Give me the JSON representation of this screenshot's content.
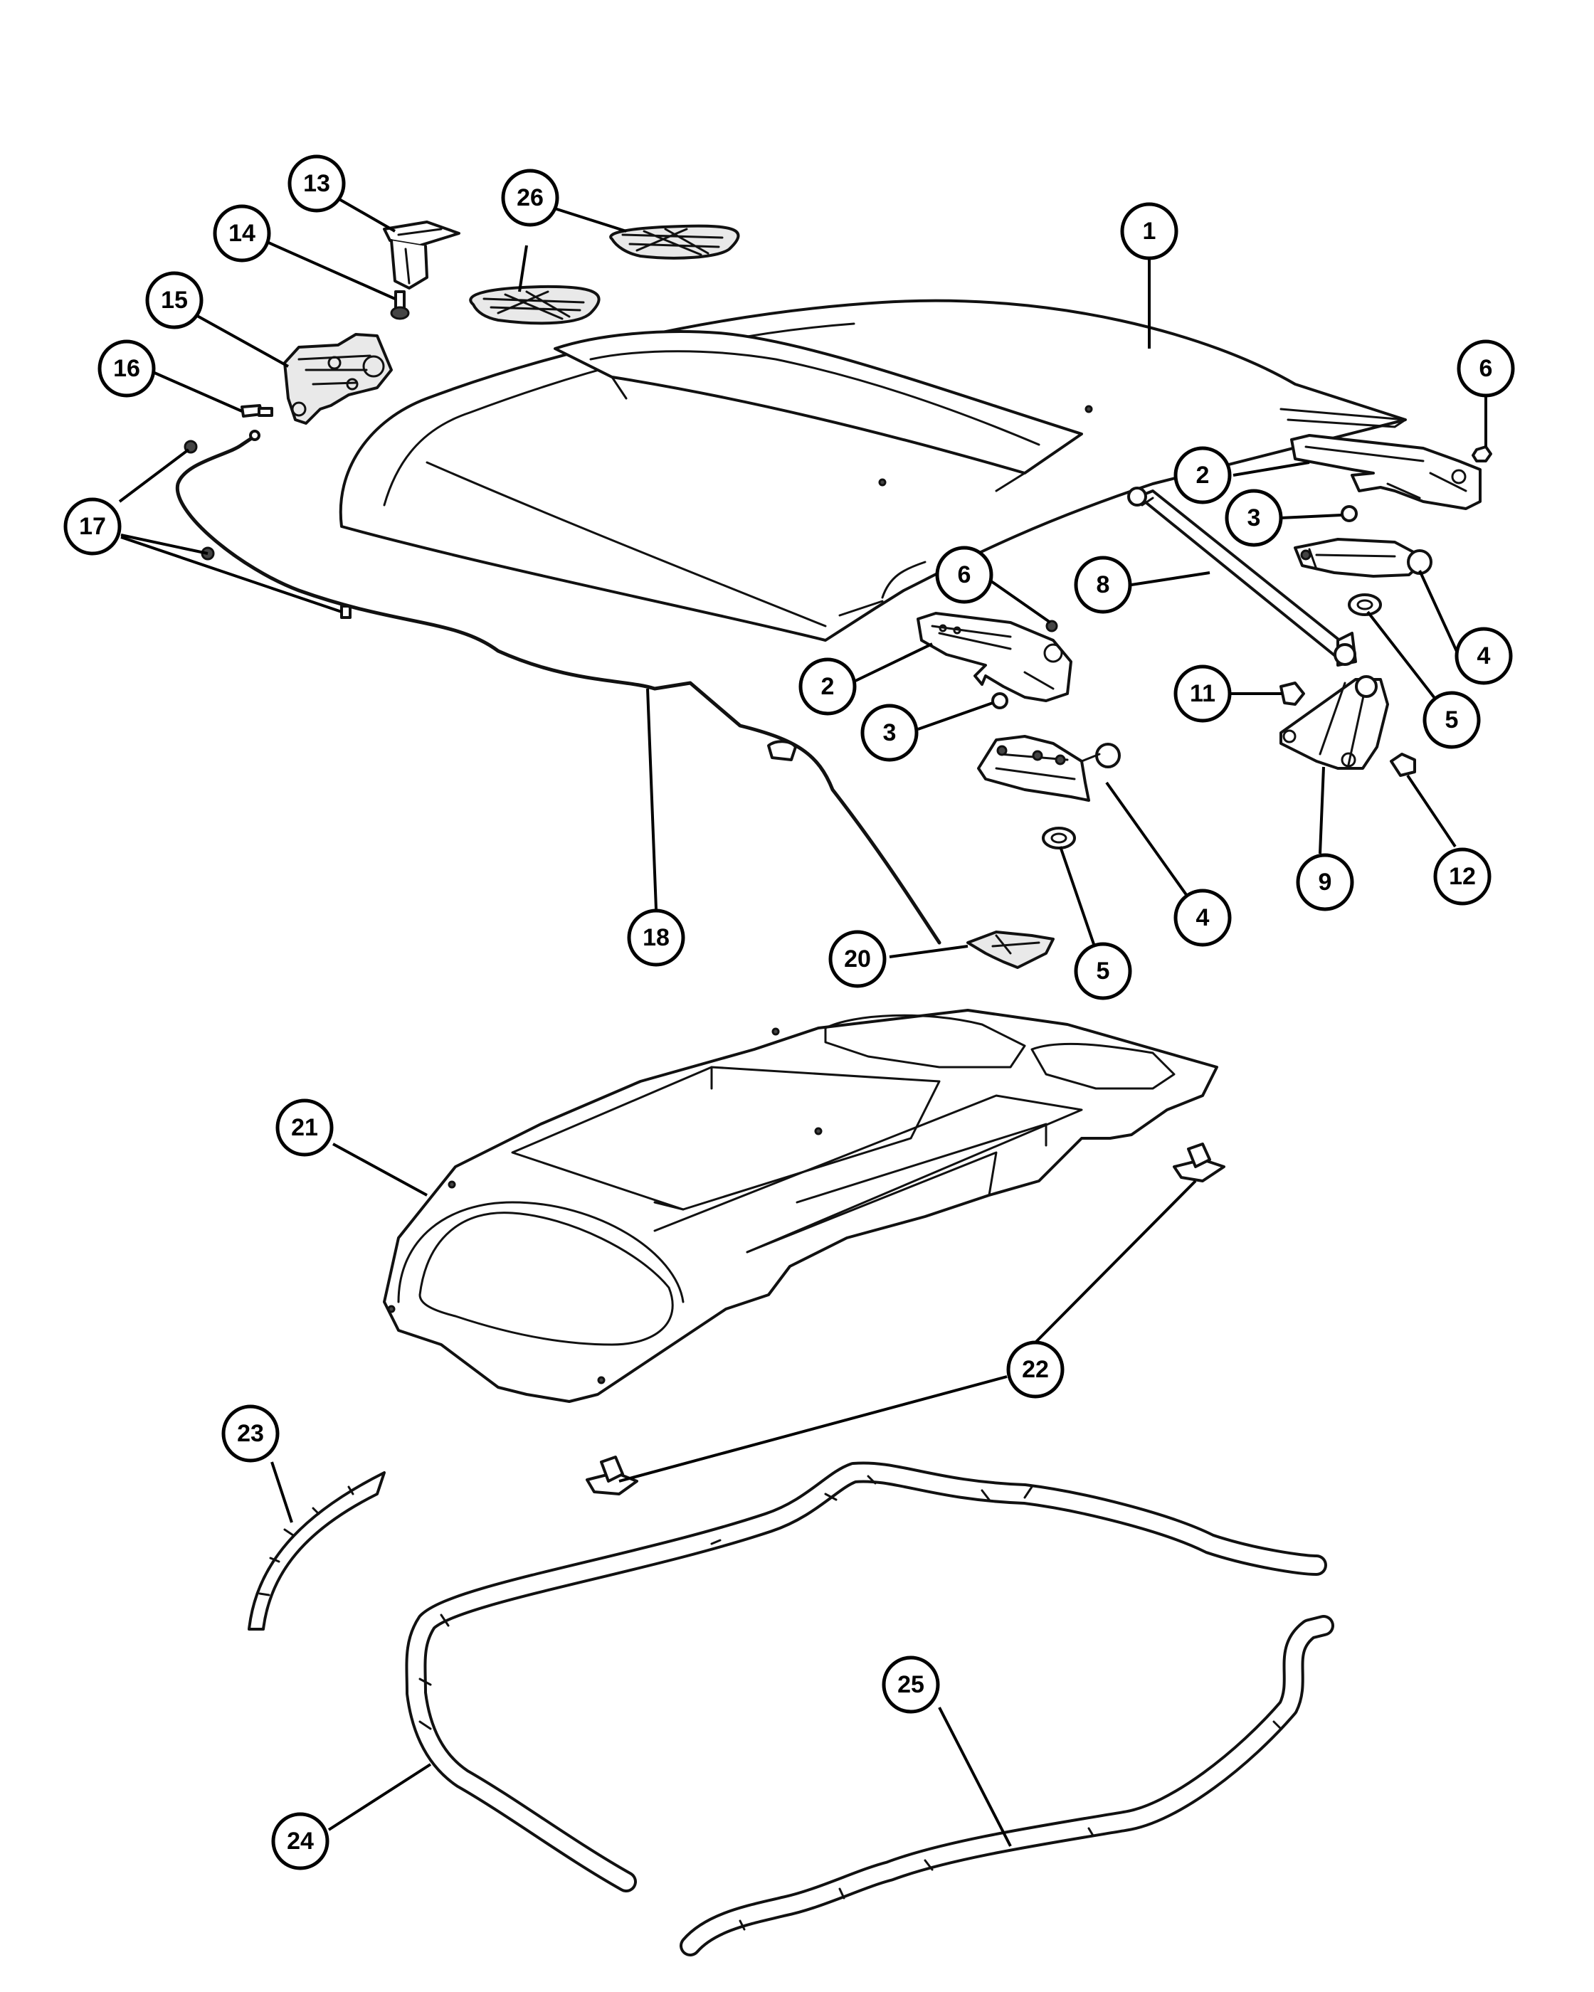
{
  "callouts": [
    {
      "id": "c1",
      "label": "1"
    },
    {
      "id": "c2a",
      "label": "2"
    },
    {
      "id": "c2b",
      "label": "2"
    },
    {
      "id": "c3a",
      "label": "3"
    },
    {
      "id": "c3b",
      "label": "3"
    },
    {
      "id": "c4a",
      "label": "4"
    },
    {
      "id": "c4b",
      "label": "4"
    },
    {
      "id": "c5a",
      "label": "5"
    },
    {
      "id": "c5b",
      "label": "5"
    },
    {
      "id": "c6a",
      "label": "6"
    },
    {
      "id": "c6b",
      "label": "6"
    },
    {
      "id": "c8",
      "label": "8"
    },
    {
      "id": "c9",
      "label": "9"
    },
    {
      "id": "c11",
      "label": "11"
    },
    {
      "id": "c12",
      "label": "12"
    },
    {
      "id": "c13",
      "label": "13"
    },
    {
      "id": "c14",
      "label": "14"
    },
    {
      "id": "c15",
      "label": "15"
    },
    {
      "id": "c16",
      "label": "16"
    },
    {
      "id": "c17",
      "label": "17"
    },
    {
      "id": "c18",
      "label": "18"
    },
    {
      "id": "c20",
      "label": "20"
    },
    {
      "id": "c21",
      "label": "21"
    },
    {
      "id": "c22",
      "label": "22"
    },
    {
      "id": "c23",
      "label": "23"
    },
    {
      "id": "c24",
      "label": "24"
    },
    {
      "id": "c25",
      "label": "25"
    },
    {
      "id": "c26",
      "label": "26"
    }
  ]
}
